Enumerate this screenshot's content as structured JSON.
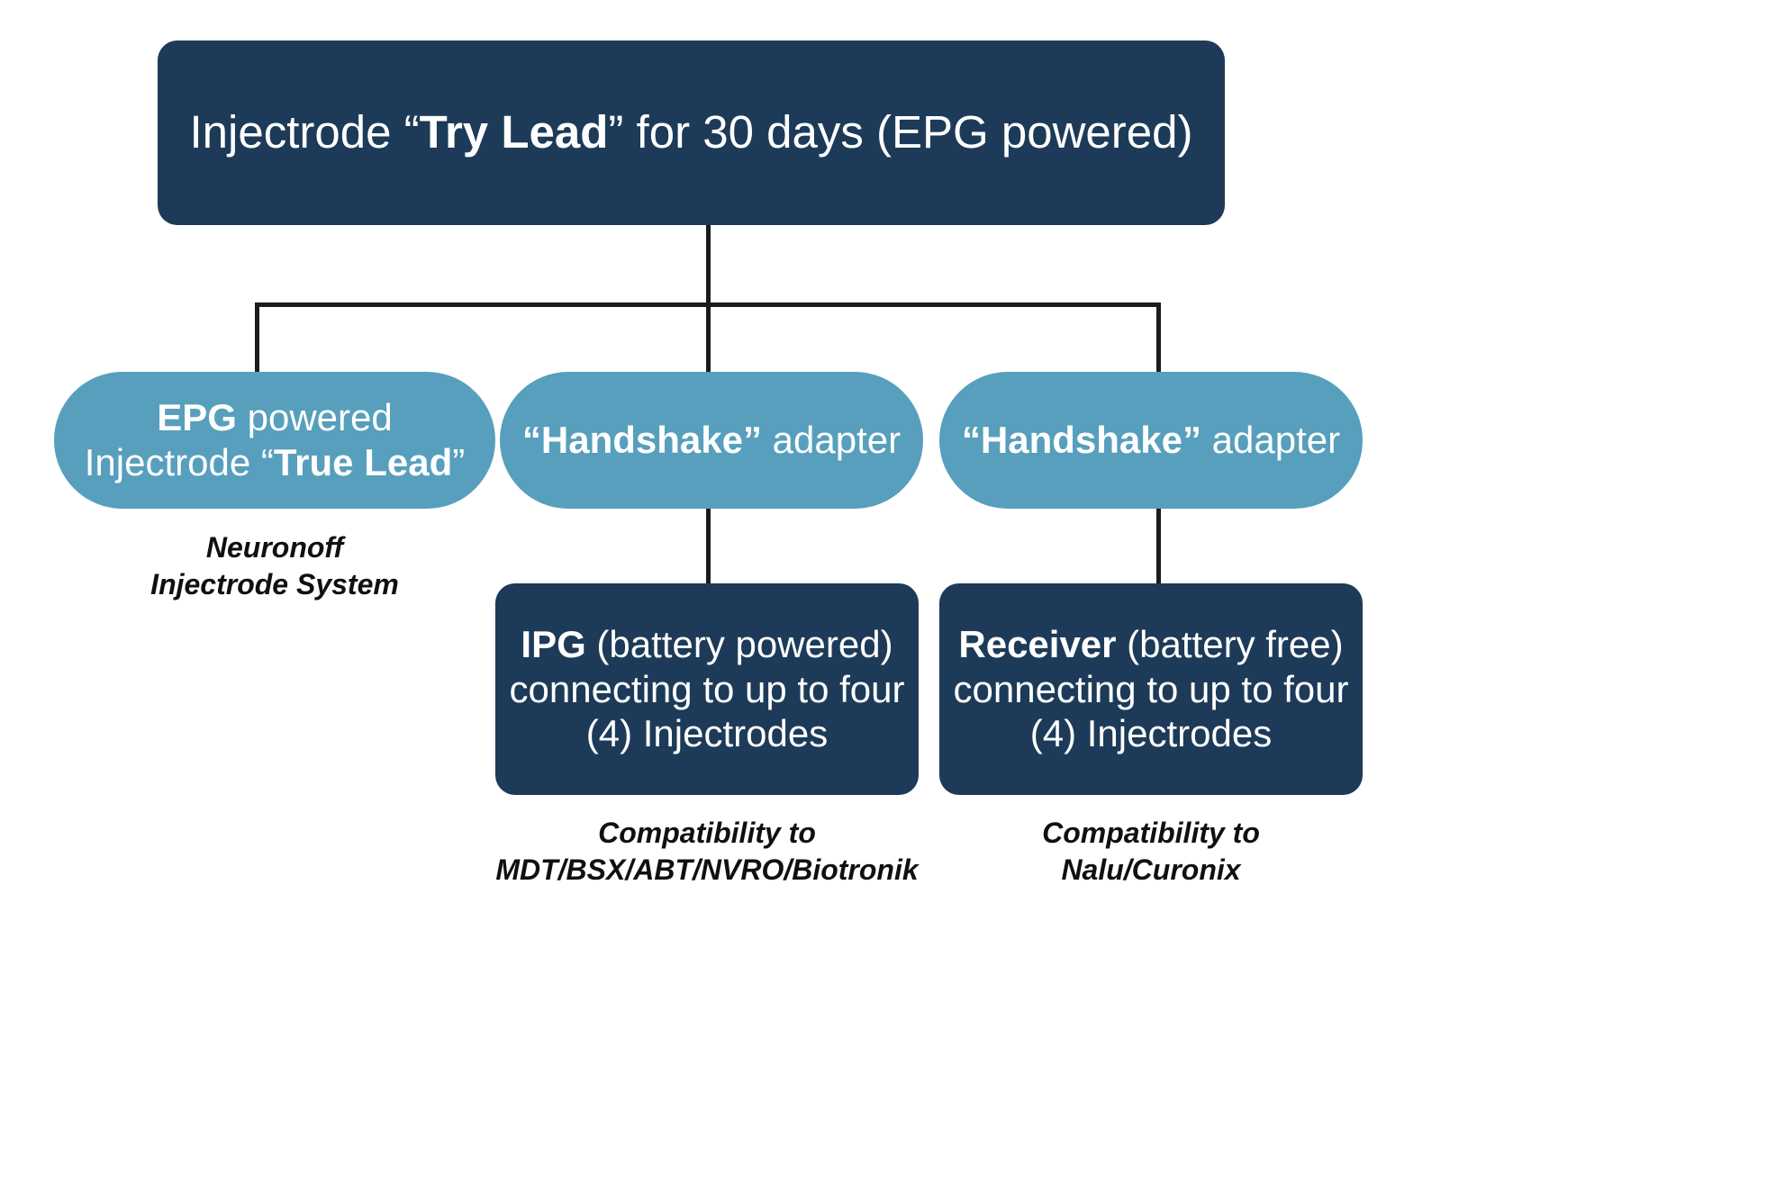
{
  "diagram": {
    "title_node": {
      "pre": "Injectrode “",
      "bold": "Try Lead",
      "post": "” for 30 days (EPG powered)",
      "full_text": "Injectrode “Try Lead” for 30 days (EPG powered)"
    },
    "mid_nodes": [
      {
        "name": "epg-powered-injectrode-true-lead",
        "line1_bold": "EPG",
        "line1_rest": " powered",
        "line2_pre": "Injectrode “",
        "line2_bold": "True Lead",
        "line2_post": "”",
        "full_text": "EPG powered Injectrode “True Lead”"
      },
      {
        "name": "handshake-adapter-1",
        "bold": "“Handshake”",
        "rest": " adapter",
        "full_text": "“Handshake” adapter"
      },
      {
        "name": "handshake-adapter-2",
        "bold": "“Handshake”",
        "rest": " adapter",
        "full_text": "“Handshake” adapter"
      }
    ],
    "leaf_nodes": [
      {
        "name": "ipg-battery-powered",
        "bold": "IPG",
        "rest": " (battery powered) connecting to up to four (4) Injectrodes",
        "full_text": "IPG (battery powered) connecting to up to four (4) Injectrodes"
      },
      {
        "name": "receiver-battery-free",
        "bold": "Receiver",
        "rest": " (battery free) connecting to up to four (4) Injectrodes",
        "full_text": "Receiver (battery free) connecting to up to four (4) Injectrodes"
      }
    ],
    "captions": [
      {
        "name": "neuronoff-injectrode-system",
        "text": "Neuronoff\nInjectrode System"
      },
      {
        "name": "compatibility-mdt",
        "text": "Compatibility to\nMDT/BSX/ABT/NVRO/Biotronik"
      },
      {
        "name": "compatibility-nalu",
        "text": "Compatibility to\nNalu/Curonix"
      }
    ],
    "colors": {
      "dark_navy": "#1d3b58",
      "teal": "#579fbd",
      "connector": "#1c1c1c",
      "background": "#ffffff",
      "node_text": "#ffffff",
      "caption_text": "#101010"
    }
  }
}
